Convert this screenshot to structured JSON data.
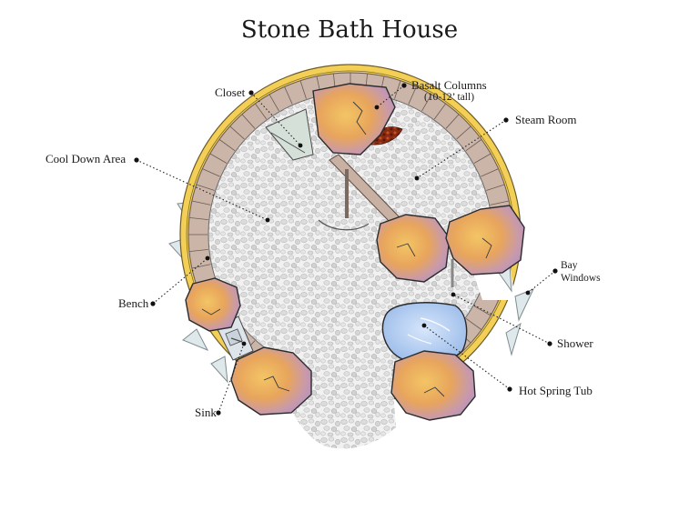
{
  "title": "Stone Bath House",
  "labels": {
    "closet": "Closet",
    "basalt_columns": "Basalt Columns",
    "basalt_height": "(10-12’ tall)",
    "steam_room": "Steam Room",
    "cool_down_area": "Cool Down Area",
    "bay_windows_line1": "Bay",
    "bay_windows_line2": "Windows",
    "bench": "Bench",
    "shower": "Shower",
    "sink": "Sink",
    "hot_spring_tub": "Hot Spring Tub"
  },
  "colors": {
    "outer_wall": "#f2c94c",
    "bench_wood": "#c9b3a6",
    "floor_pebbles": "#d9d9d9",
    "boulder": "#e9a95b",
    "boulder_tint": "#b58fc8",
    "tub_water": "#aec9ef",
    "steam_rocks": "#8b2a12",
    "window_glass": "#dde7e9"
  }
}
